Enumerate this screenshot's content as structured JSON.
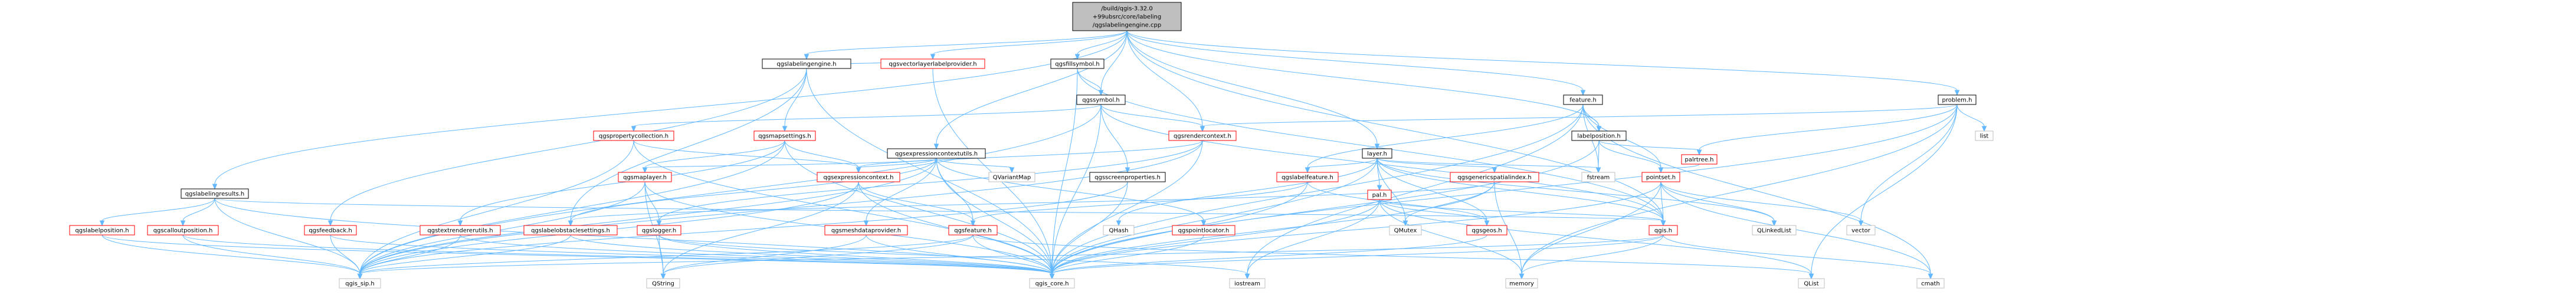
{
  "colors": {
    "node_border": "#bfbfbf",
    "node_fill": "#ffffff",
    "root_fill": "#bfbfbf",
    "root_border": "#000000",
    "linked_border": "#ff0000",
    "edge": "#63b8ff",
    "text": "#000000"
  },
  "graph": {
    "root": "n_root",
    "nodes": [
      {
        "id": "n_root",
        "lines": [
          "/build/qgis-3.32.0",
          "+99ubsrc/core/labeling",
          "/qgslabelingengine.cpp"
        ],
        "kind": "root"
      },
      {
        "id": "n_qgslabelingengine_h",
        "lines": [
          "qgslabelingengine.h"
        ],
        "kind": "linked"
      },
      {
        "id": "n_qgsvectorlayerlabelprovider",
        "lines": [
          "qgsvectorlayerlabelprovider.h"
        ],
        "kind": "red"
      },
      {
        "id": "n_qgsfillsymbol",
        "lines": [
          "qgsfillsymbol.h"
        ],
        "kind": "linked"
      },
      {
        "id": "n_qgssymbol",
        "lines": [
          "qgssymbol.h"
        ],
        "kind": "linked"
      },
      {
        "id": "n_qgsexpressioncontextutils",
        "lines": [
          "qgsexpressioncontextutils.h"
        ],
        "kind": "linked"
      },
      {
        "id": "n_feature",
        "lines": [
          "feature.h"
        ],
        "kind": "linked"
      },
      {
        "id": "n_problem",
        "lines": [
          "problem.h"
        ],
        "kind": "linked"
      },
      {
        "id": "n_layer",
        "lines": [
          "layer.h"
        ],
        "kind": "linked"
      },
      {
        "id": "n_labelposition",
        "lines": [
          "labelposition.h"
        ],
        "kind": "linked"
      },
      {
        "id": "n_qgspropertycollection",
        "lines": [
          "qgspropertycollection.h"
        ],
        "kind": "red"
      },
      {
        "id": "n_qgsmapsettings",
        "lines": [
          "qgsmapsettings.h"
        ],
        "kind": "red"
      },
      {
        "id": "n_qgsrendercontext",
        "lines": [
          "qgsrendercontext.h"
        ],
        "kind": "red"
      },
      {
        "id": "n_qgslabelingresults",
        "lines": [
          "qgslabelingresults.h"
        ],
        "kind": "linked"
      },
      {
        "id": "n_qgsmaplayer",
        "lines": [
          "qgsmaplayer.h"
        ],
        "kind": "red"
      },
      {
        "id": "n_qgsexpressioncontext",
        "lines": [
          "qgsexpressioncontext.h"
        ],
        "kind": "red"
      },
      {
        "id": "n_qgsscreenproperties",
        "lines": [
          "qgsscreenproperties.h"
        ],
        "kind": "linked"
      },
      {
        "id": "n_qvariantmap",
        "lines": [
          "QVariantMap"
        ],
        "kind": "plain"
      },
      {
        "id": "n_qgslabelfeature",
        "lines": [
          "qgslabelfeature.h"
        ],
        "kind": "red"
      },
      {
        "id": "n_qgsgenericspatialindex",
        "lines": [
          "qgsgenericspatialindex.h"
        ],
        "kind": "red"
      },
      {
        "id": "n_pal",
        "lines": [
          "pal.h"
        ],
        "kind": "red"
      },
      {
        "id": "n_pointset",
        "lines": [
          "pointset.h"
        ],
        "kind": "red"
      },
      {
        "id": "n_palrtree",
        "lines": [
          "palrtree.h"
        ],
        "kind": "red"
      },
      {
        "id": "n_fstream",
        "lines": [
          "fstream"
        ],
        "kind": "plain"
      },
      {
        "id": "n_list",
        "lines": [
          "list"
        ],
        "kind": "plain"
      },
      {
        "id": "n_qgslabelposition",
        "lines": [
          "qgslabelposition.h"
        ],
        "kind": "red"
      },
      {
        "id": "n_qgscalloutposition",
        "lines": [
          "qgscalloutposition.h"
        ],
        "kind": "red"
      },
      {
        "id": "n_qgsfeedback",
        "lines": [
          "qgsfeedback.h"
        ],
        "kind": "red"
      },
      {
        "id": "n_qgstextrendererutils",
        "lines": [
          "qgstextrendererutils.h"
        ],
        "kind": "red"
      },
      {
        "id": "n_qgslabelobstaclesettings",
        "lines": [
          "qgslabelobstaclesettings.h"
        ],
        "kind": "red"
      },
      {
        "id": "n_qgslogger",
        "lines": [
          "qgslogger.h"
        ],
        "kind": "red"
      },
      {
        "id": "n_qgsmeshdataprovider",
        "lines": [
          "qgsmeshdataprovider.h"
        ],
        "kind": "red"
      },
      {
        "id": "n_qgsfeature",
        "lines": [
          "qgsfeature.h"
        ],
        "kind": "red"
      },
      {
        "id": "n_qhash",
        "lines": [
          "QHash"
        ],
        "kind": "plain"
      },
      {
        "id": "n_qgspointlocator",
        "lines": [
          "qgspointlocator.h"
        ],
        "kind": "red"
      },
      {
        "id": "n_qmutex",
        "lines": [
          "QMutex"
        ],
        "kind": "plain"
      },
      {
        "id": "n_qgsgeos",
        "lines": [
          "qgsgeos.h"
        ],
        "kind": "red"
      },
      {
        "id": "n_qgis",
        "lines": [
          "qgis.h"
        ],
        "kind": "red"
      },
      {
        "id": "n_qlinkedlist",
        "lines": [
          "QLinkedList"
        ],
        "kind": "plain"
      },
      {
        "id": "n_vector",
        "lines": [
          "vector"
        ],
        "kind": "plain"
      },
      {
        "id": "n_qgis_sip",
        "lines": [
          "qgis_sip.h"
        ],
        "kind": "plain"
      },
      {
        "id": "n_qstring",
        "lines": [
          "QString"
        ],
        "kind": "plain"
      },
      {
        "id": "n_qgis_core",
        "lines": [
          "qgis_core.h"
        ],
        "kind": "plain"
      },
      {
        "id": "n_iostream",
        "lines": [
          "iostream"
        ],
        "kind": "plain"
      },
      {
        "id": "n_memory",
        "lines": [
          "memory"
        ],
        "kind": "plain"
      },
      {
        "id": "n_qlist",
        "lines": [
          "QList"
        ],
        "kind": "plain"
      },
      {
        "id": "n_cmath",
        "lines": [
          "cmath"
        ],
        "kind": "plain"
      }
    ],
    "edges": [
      [
        "n_root",
        "n_qgslabelingengine_h"
      ],
      [
        "n_root",
        "n_qgsvectorlayerlabelprovider"
      ],
      [
        "n_root",
        "n_qgsfillsymbol"
      ],
      [
        "n_root",
        "n_qgssymbol"
      ],
      [
        "n_root",
        "n_qgsexpressioncontextutils"
      ],
      [
        "n_root",
        "n_feature"
      ],
      [
        "n_root",
        "n_problem"
      ],
      [
        "n_root",
        "n_layer"
      ],
      [
        "n_root",
        "n_labelposition"
      ],
      [
        "n_root",
        "n_qgsrendercontext"
      ],
      [
        "n_root",
        "n_qgslabelingresults"
      ],
      [
        "n_root",
        "n_qgis"
      ],
      [
        "n_qgsvectorlayerlabelprovider",
        "n_qgslabelingengine_h"
      ],
      [
        "n_qgsvectorlayerlabelprovider",
        "n_qgis_core"
      ],
      [
        "n_qgslabelingengine_h",
        "n_qgsmapsettings"
      ],
      [
        "n_qgslabelingengine_h",
        "n_qgsfeedback"
      ],
      [
        "n_qgslabelingengine_h",
        "n_qgslabelobstaclesettings"
      ],
      [
        "n_qgslabelingengine_h",
        "n_qgis_core"
      ],
      [
        "n_qgsfillsymbol",
        "n_qgssymbol"
      ],
      [
        "n_qgsfillsymbol",
        "n_qgis_core"
      ],
      [
        "n_qgsfillsymbol",
        "n_qgis"
      ],
      [
        "n_qgssymbol",
        "n_qgspropertycollection"
      ],
      [
        "n_qgssymbol",
        "n_qgsrendercontext"
      ],
      [
        "n_qgssymbol",
        "n_qgsscreenproperties"
      ],
      [
        "n_qgssymbol",
        "n_qgis_sip"
      ],
      [
        "n_qgssymbol",
        "n_qgis_core"
      ],
      [
        "n_qgssymbol",
        "n_qgis"
      ],
      [
        "n_qgsexpressioncontextutils",
        "n_qgsexpressioncontext"
      ],
      [
        "n_qgsexpressioncontextutils",
        "n_qvariantmap"
      ],
      [
        "n_qgsexpressioncontextutils",
        "n_qgsmaplayer"
      ],
      [
        "n_qgsexpressioncontextutils",
        "n_qgsfeature"
      ],
      [
        "n_qgsexpressioncontextutils",
        "n_qgsmeshdataprovider"
      ],
      [
        "n_qgsexpressioncontextutils",
        "n_qgspointlocator"
      ],
      [
        "n_qgsexpressioncontextutils",
        "n_qgis_core"
      ],
      [
        "n_qgsexpressioncontextutils",
        "n_qgis_sip"
      ],
      [
        "n_feature",
        "n_qgslabelfeature"
      ],
      [
        "n_feature",
        "n_labelposition"
      ],
      [
        "n_feature",
        "n_pointset"
      ],
      [
        "n_feature",
        "n_fstream"
      ],
      [
        "n_feature",
        "n_qgis_core"
      ],
      [
        "n_feature",
        "n_iostream"
      ],
      [
        "n_feature",
        "n_cmath"
      ],
      [
        "n_problem",
        "n_qgsrendercontext"
      ],
      [
        "n_problem",
        "n_palrtree"
      ],
      [
        "n_problem",
        "n_list"
      ],
      [
        "n_problem",
        "n_vector"
      ],
      [
        "n_problem",
        "n_qgis_core"
      ],
      [
        "n_problem",
        "n_qlist"
      ],
      [
        "n_problem",
        "n_memory"
      ],
      [
        "n_layer",
        "n_pal"
      ],
      [
        "n_layer",
        "n_qgsgenericspatialindex"
      ],
      [
        "n_layer",
        "n_qgslabelfeature"
      ],
      [
        "n_layer",
        "n_qgsgeos"
      ],
      [
        "n_layer",
        "n_qmutex"
      ],
      [
        "n_layer",
        "n_qlinkedlist"
      ],
      [
        "n_layer",
        "n_qhash"
      ],
      [
        "n_layer",
        "n_fstream"
      ],
      [
        "n_layer",
        "n_qgis_core"
      ],
      [
        "n_layer",
        "n_qgis"
      ],
      [
        "n_labelposition",
        "n_pointset"
      ],
      [
        "n_labelposition",
        "n_palrtree"
      ],
      [
        "n_labelposition",
        "n_fstream"
      ],
      [
        "n_labelposition",
        "n_qgis_core"
      ],
      [
        "n_qgsmapsettings",
        "n_qgsmaplayer"
      ],
      [
        "n_qgsmapsettings",
        "n_qgsexpressioncontext"
      ],
      [
        "n_qgsmapsettings",
        "n_qgis_core"
      ],
      [
        "n_qgsmapsettings",
        "n_qgis_sip"
      ],
      [
        "n_qgsrendercontext",
        "n_qgsexpressioncontext"
      ],
      [
        "n_qgsrendercontext",
        "n_qgis_core"
      ],
      [
        "n_qgsrendercontext",
        "n_qgis_sip"
      ],
      [
        "n_qgspropertycollection",
        "n_qgsexpressioncontext"
      ],
      [
        "n_qgspropertycollection",
        "n_qgis_core"
      ],
      [
        "n_qgspropertycollection",
        "n_qgis_sip"
      ],
      [
        "n_qgslabelingresults",
        "n_qgslabelposition"
      ],
      [
        "n_qgslabelingresults",
        "n_qgscalloutposition"
      ],
      [
        "n_qgslabelingresults",
        "n_qgis_core"
      ],
      [
        "n_qgslabelingresults",
        "n_qgis_sip"
      ],
      [
        "n_qgslabelingresults",
        "n_qgis"
      ],
      [
        "n_qgsmaplayer",
        "n_qgslogger"
      ],
      [
        "n_qgsmaplayer",
        "n_qgis_core"
      ],
      [
        "n_qgsmaplayer",
        "n_qgis_sip"
      ],
      [
        "n_qgsmaplayer",
        "n_qstring"
      ],
      [
        "n_qgsexpressioncontext",
        "n_qgis_core"
      ],
      [
        "n_qgsexpressioncontext",
        "n_qgis_sip"
      ],
      [
        "n_qgsexpressioncontext",
        "n_qstring"
      ],
      [
        "n_qgsexpressioncontext",
        "n_qgsfeature"
      ],
      [
        "n_qgsscreenproperties",
        "n_qgis_core"
      ],
      [
        "n_qgsscreenproperties",
        "n_qgis_sip"
      ],
      [
        "n_qgslabelfeature",
        "n_qgsfeature"
      ],
      [
        "n_qgslabelfeature",
        "n_qgsgeos"
      ],
      [
        "n_qgslabelfeature",
        "n_qgis_core"
      ],
      [
        "n_qgsgenericspatialindex",
        "n_qmutex"
      ],
      [
        "n_qgsgenericspatialindex",
        "n_qgslabelobstaclesettings"
      ],
      [
        "n_qgsgenericspatialindex",
        "n_qgis_core"
      ],
      [
        "n_qgsgenericspatialindex",
        "n_memory"
      ],
      [
        "n_pal",
        "n_qgsgeos"
      ],
      [
        "n_pal",
        "n_qgis"
      ],
      [
        "n_pal",
        "n_qgis_core"
      ],
      [
        "n_pal",
        "n_qlist"
      ],
      [
        "n_pal",
        "n_memory"
      ],
      [
        "n_pal",
        "n_iostream"
      ],
      [
        "n_pointset",
        "n_qgis"
      ],
      [
        "n_pointset",
        "n_qlinkedlist"
      ],
      [
        "n_pointset",
        "n_vector"
      ],
      [
        "n_pointset",
        "n_qgis_core"
      ],
      [
        "n_pointset",
        "n_memory"
      ],
      [
        "n_pointset",
        "n_cmath"
      ],
      [
        "n_palrtree",
        "n_pointset"
      ],
      [
        "n_qgslabelposition",
        "n_qgis_core"
      ],
      [
        "n_qgslabelposition",
        "n_qgis_sip"
      ],
      [
        "n_qgscalloutposition",
        "n_qgis_core"
      ],
      [
        "n_qgscalloutposition",
        "n_qgis_sip"
      ],
      [
        "n_qgsfeedback",
        "n_qgis_core"
      ],
      [
        "n_qgsfeedback",
        "n_qgis_sip"
      ],
      [
        "n_qgstextrendererutils",
        "n_qgis_core"
      ],
      [
        "n_qgstextrendererutils",
        "n_qgis_sip"
      ],
      [
        "n_qgslabelobstaclesettings",
        "n_qgis_core"
      ],
      [
        "n_qgslabelobstaclesettings",
        "n_qgis_sip"
      ],
      [
        "n_qgslogger",
        "n_qstring"
      ],
      [
        "n_qgslogger",
        "n_qgis_core"
      ],
      [
        "n_qgslogger",
        "n_iostream"
      ],
      [
        "n_qgsmeshdataprovider",
        "n_qgis_core"
      ],
      [
        "n_qgsmeshdataprovider",
        "n_qstring"
      ],
      [
        "n_qgsfeature",
        "n_qgis_core"
      ],
      [
        "n_qgsfeature",
        "n_qgis_sip"
      ],
      [
        "n_qgsfeature",
        "n_qstring"
      ],
      [
        "n_qgsfeature",
        "n_qlist"
      ],
      [
        "n_qgspointlocator",
        "n_qgis_core"
      ],
      [
        "n_qgsgeos",
        "n_qgis_core"
      ],
      [
        "n_qgis",
        "n_qgis_core"
      ],
      [
        "n_qgis",
        "n_qgis_sip"
      ],
      [
        "n_qgis",
        "n_memory"
      ],
      [
        "n_qgis",
        "n_cmath"
      ],
      [
        "n_qgsmapsettings",
        "n_qgstextrendererutils"
      ],
      [
        "n_qgsexpressioncontextutils",
        "n_qgslabelobstaclesettings"
      ],
      [
        "n_qgsrendercontext",
        "n_qgslogger"
      ]
    ]
  }
}
